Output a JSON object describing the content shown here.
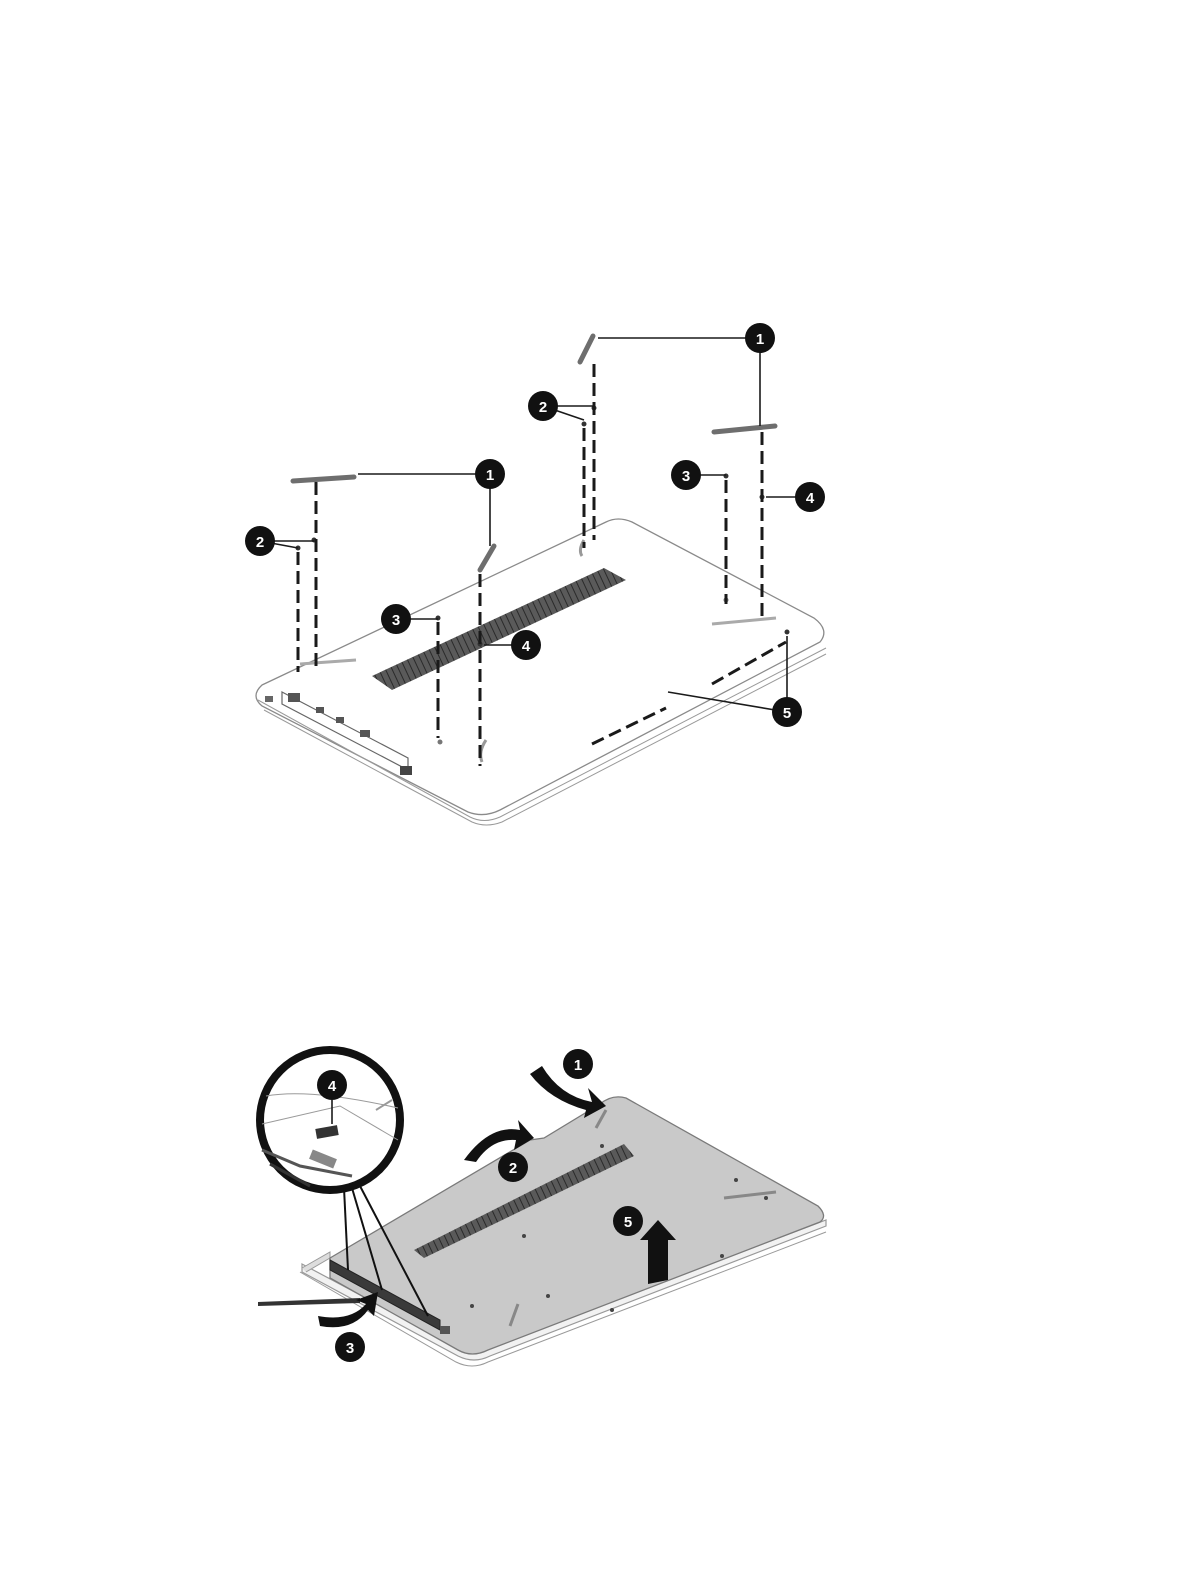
{
  "figure_top": {
    "callouts": [
      "1",
      "1",
      "2",
      "2",
      "3",
      "3",
      "4",
      "4",
      "5"
    ]
  },
  "figure_bottom": {
    "callouts": [
      "1",
      "2",
      "3",
      "4",
      "5"
    ]
  },
  "colors": {
    "callout_fill": "#111111",
    "callout_text": "#ffffff",
    "vent": "#4a4a4a",
    "rubber_feet": "#7a7a7a",
    "bottom_cover_fill": "#c9c9c9",
    "top_cover_fill": "#ffffff"
  }
}
